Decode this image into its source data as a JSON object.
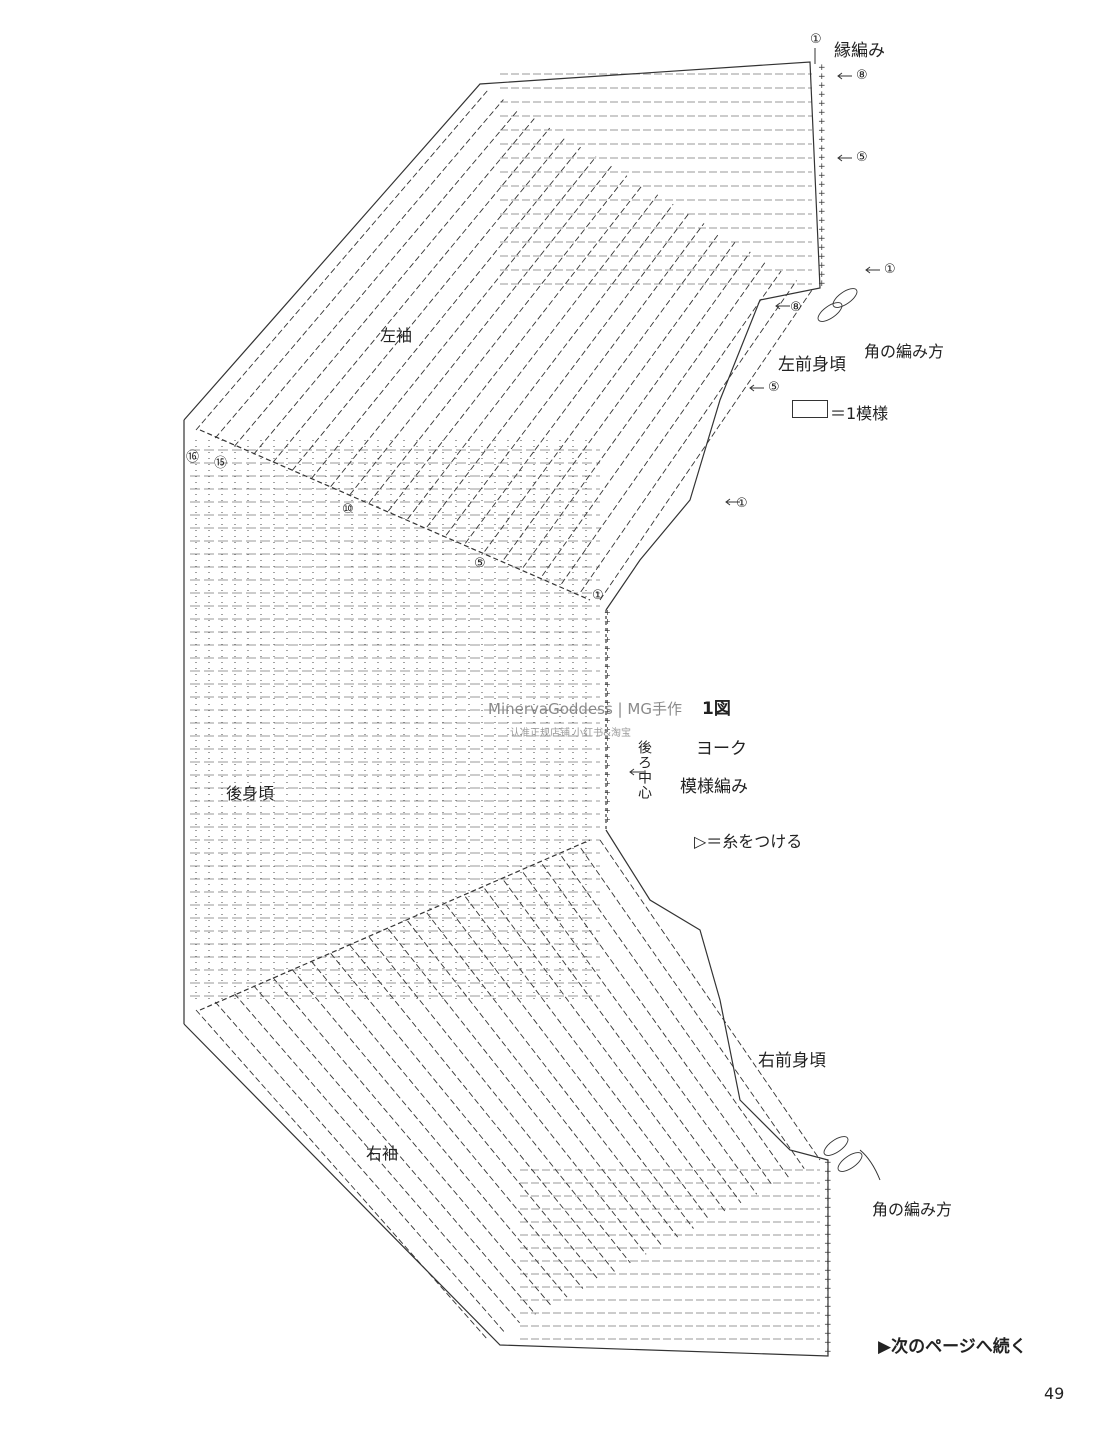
{
  "labels": {
    "edge_knit": "縁編み",
    "left_sleeve": "左袖",
    "left_front": "左前身頃",
    "back_body": "後身頃",
    "right_sleeve": "右袖",
    "right_front": "右前身頃",
    "corner_top": "角の編み方",
    "corner_bottom": "角の編み方",
    "back_center": "後ろ中心",
    "figure_no": "1図",
    "yoke": "ヨーク",
    "pattern_knit": "模様編み",
    "attach_yarn": "▷＝糸をつける",
    "legend_repeat": "＝1模様",
    "continue_next": "▶次のページへ続く",
    "page_number": "49"
  },
  "row_markers": {
    "edge_start": "①",
    "edge_8": "⑧",
    "edge_5": "⑤",
    "edge_1_corner": "①",
    "edge_8_inner": "⑧",
    "edge_5_inner": "⑤",
    "edge_1_inner": "①",
    "row_16": "⑯",
    "row_15": "⑮",
    "row_10": "⑩",
    "row_5": "⑤",
    "row_1": "①"
  },
  "watermark": {
    "line1": "MinervaGoddess | MG手作",
    "line2": "认准正规店铺 小红书&淘宝"
  },
  "colors": {
    "ink": "#222222",
    "watermark": "#8a8a8a"
  }
}
